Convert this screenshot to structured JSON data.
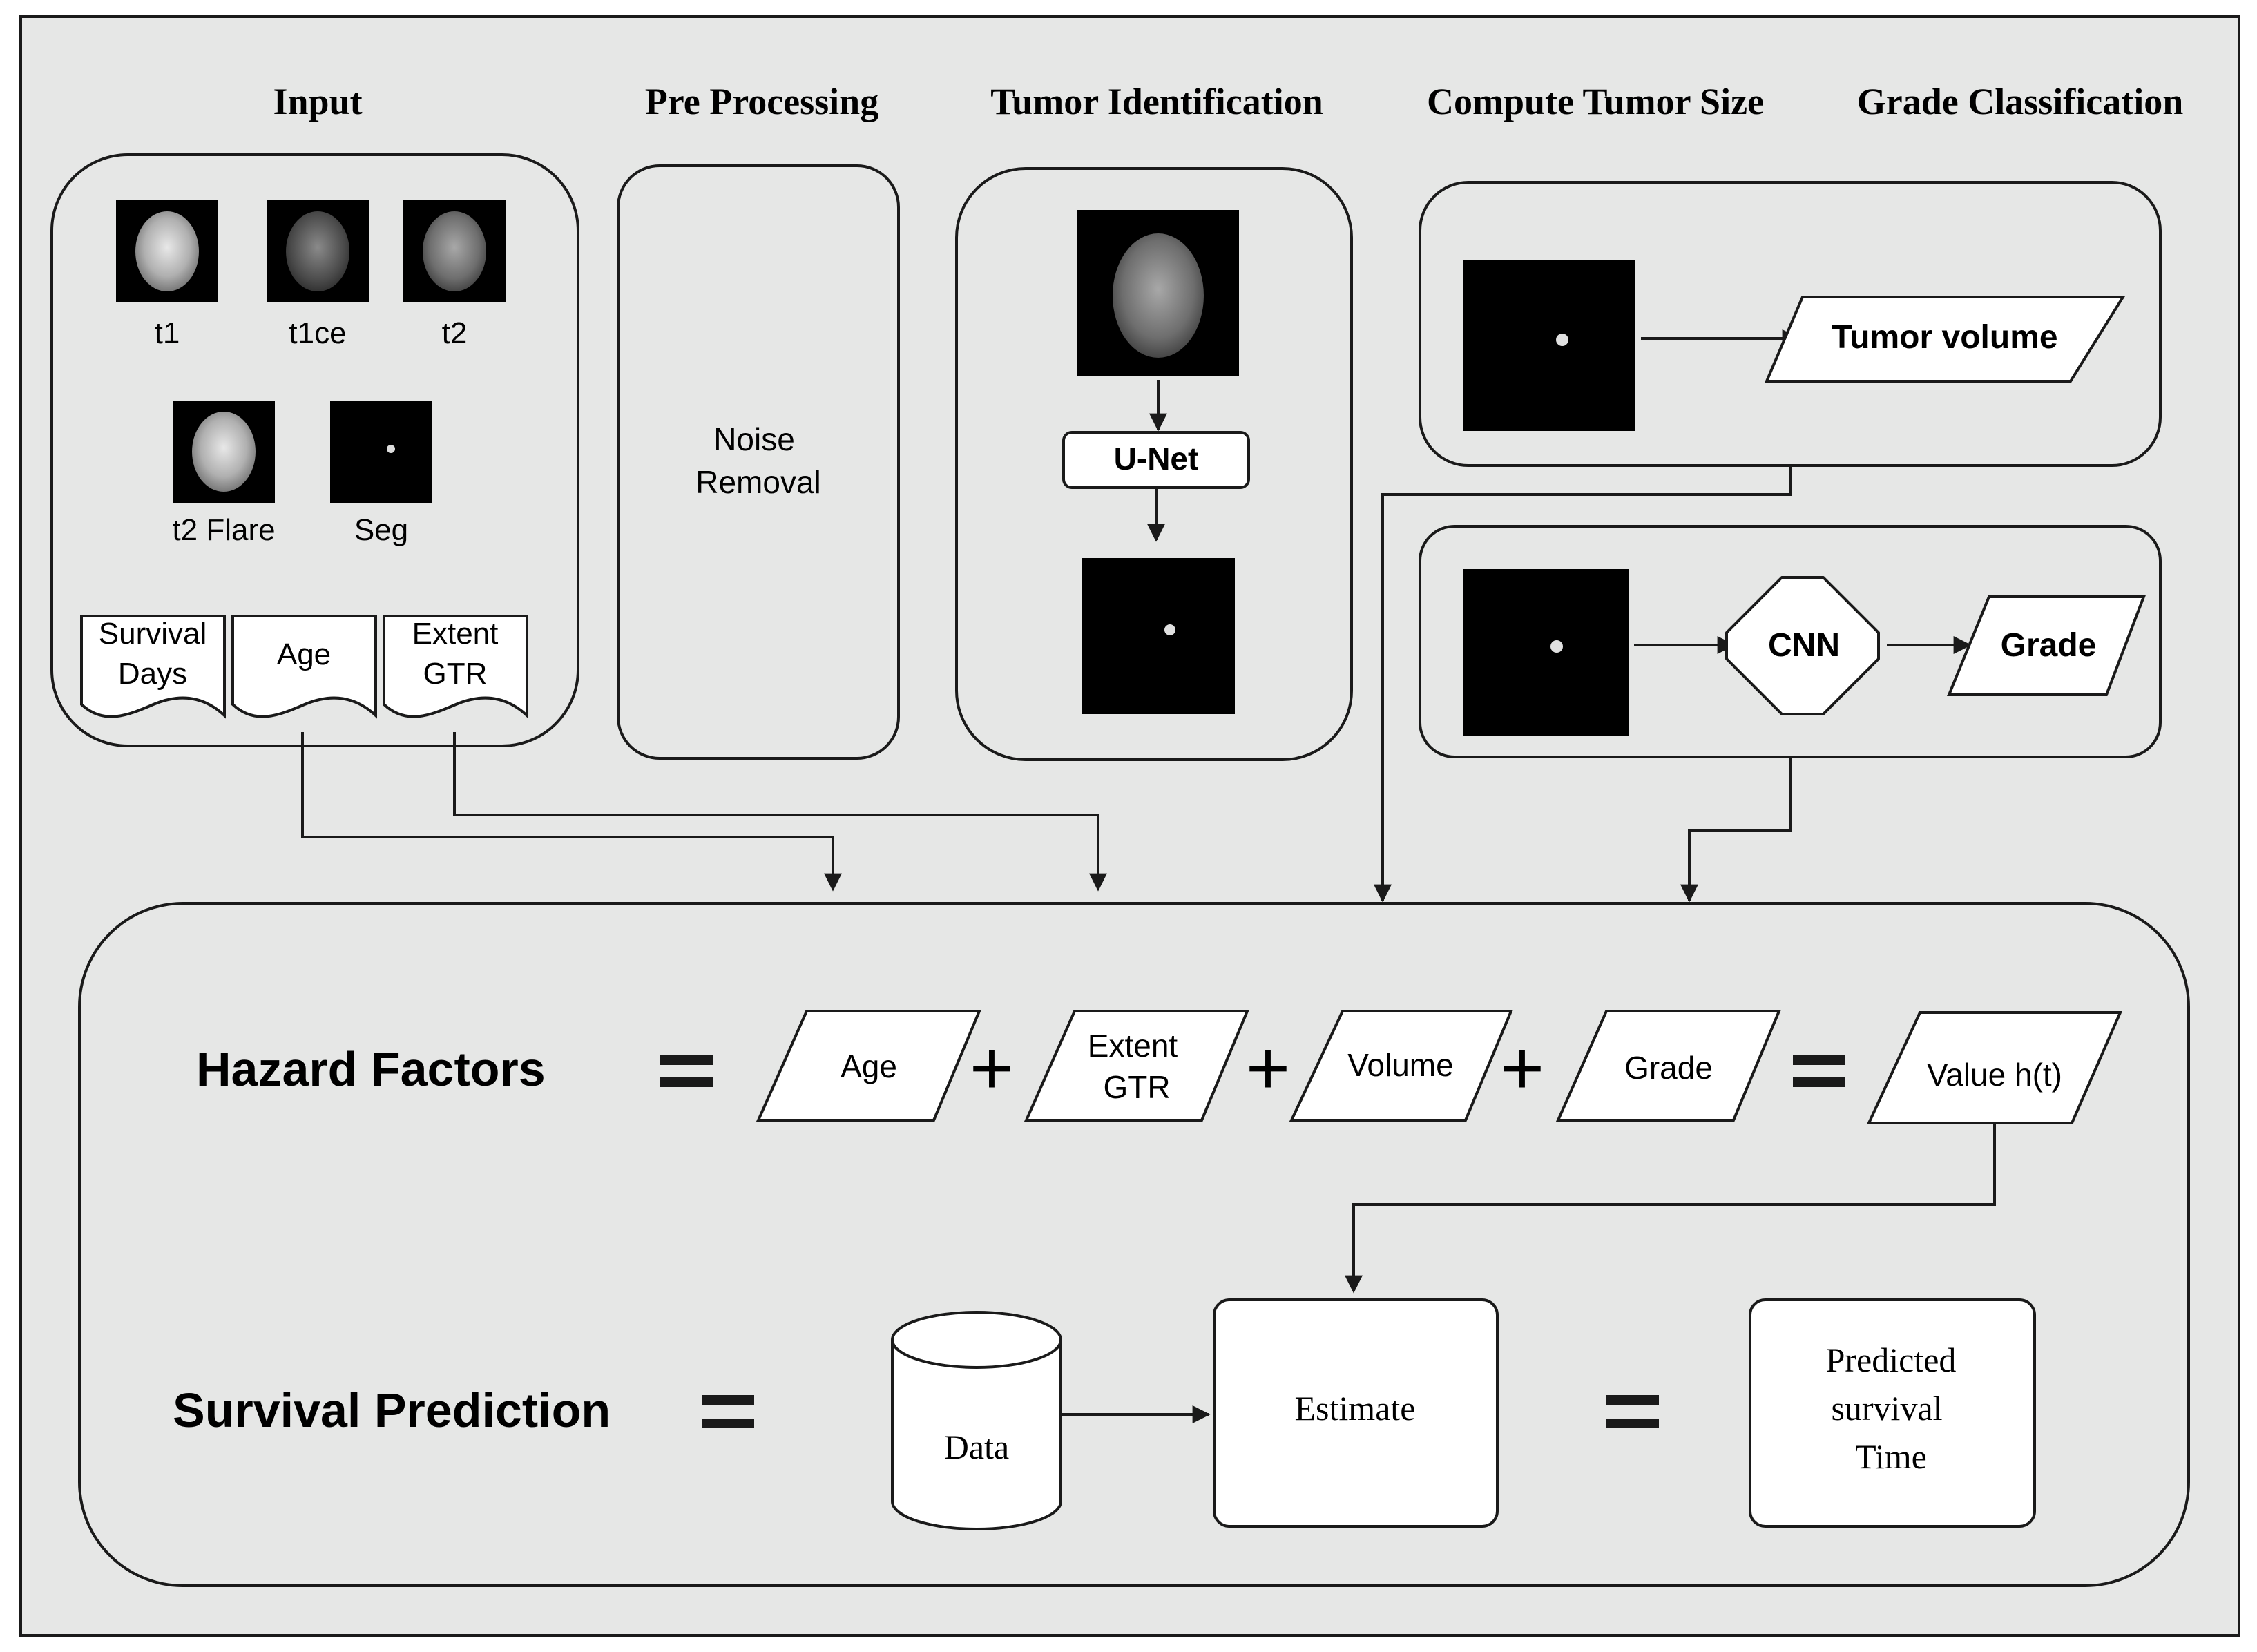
{
  "columns": {
    "input": "Input",
    "preprocessing": "Pre Processing",
    "tumor_identification": "Tumor Identification",
    "compute_tumor_size": "Compute Tumor Size",
    "grade_classification": "Grade Classification"
  },
  "input_panel": {
    "images": [
      "t1",
      "t1ce",
      "t2",
      "t2 Flare",
      "Seg"
    ],
    "documents": [
      {
        "line1": "Survival",
        "line2": "Days"
      },
      {
        "line1": "Age",
        "line2": ""
      },
      {
        "line1": "Extent",
        "line2": "GTR"
      }
    ]
  },
  "preprocessing_panel": {
    "line1": "Noise",
    "line2": "Removal"
  },
  "tumor_panel": {
    "model": "U-Net"
  },
  "size_panel": {
    "output": "Tumor volume"
  },
  "grade_panel": {
    "model": "CNN",
    "output": "Grade"
  },
  "hazard": {
    "label": "Hazard Factors",
    "equals": "=",
    "terms": [
      "Age",
      "Extent GTR",
      "Volume",
      "Grade"
    ],
    "extent_line1": "Extent",
    "extent_line2": "GTR",
    "plus": "+",
    "result": "Value h(t)"
  },
  "survival": {
    "label": "Survival Prediction",
    "equals": "=",
    "data": "Data",
    "estimate": "Estimate",
    "result_line1": "Predicted",
    "result_line2": "survival",
    "result_line3": "Time"
  },
  "colors": {
    "background": "#e6e7e6",
    "stroke": "#1a1a1a",
    "shape_fill": "#ffffff",
    "scan": "#000000"
  }
}
